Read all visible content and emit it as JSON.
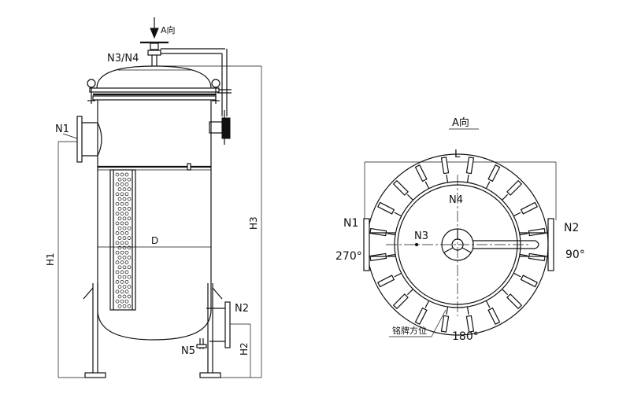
{
  "front_view": {
    "labels": {
      "view_arrow": "A向",
      "top_nozzle": "N3/N4",
      "inlet": "N1",
      "outlet": "N2",
      "drain": "N5",
      "diameter": "D",
      "height_h1": "H1",
      "height_h2": "H2",
      "height_h3": "H3"
    }
  },
  "view_a": {
    "title": "A向",
    "width_label": "L",
    "nozzle_n1": "N1",
    "angle_270": "270°",
    "nozzle_n2": "N2",
    "angle_90": "90°",
    "nozzle_n3": "N3",
    "nozzle_n4": "N4",
    "angle_180": "180°",
    "nameplate": "铭牌方位"
  }
}
